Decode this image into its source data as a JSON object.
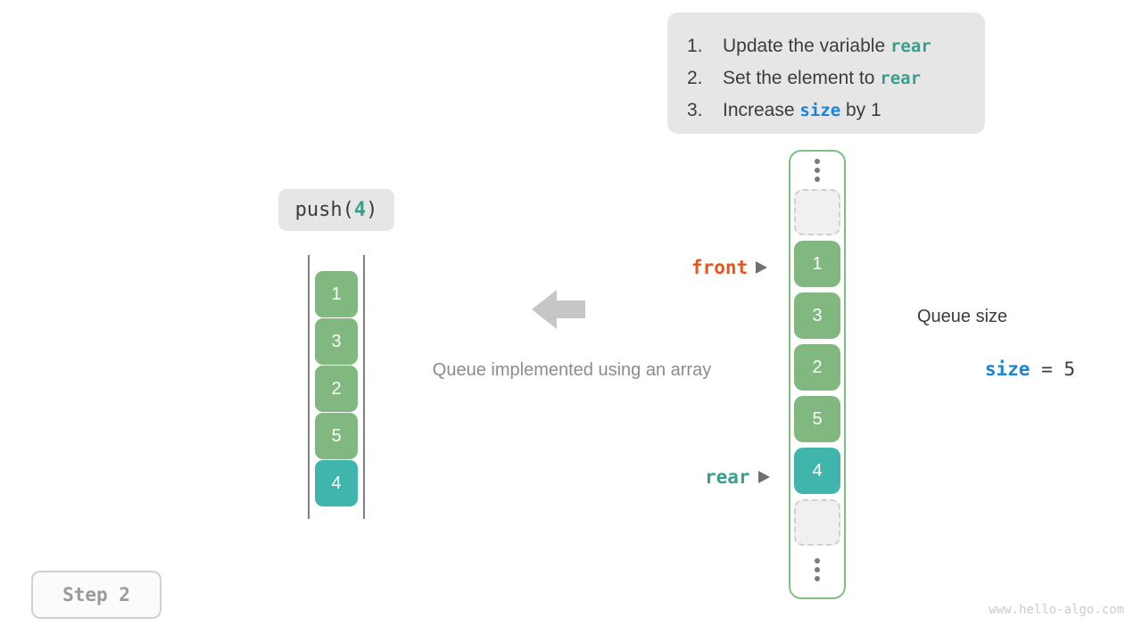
{
  "instructions": {
    "items": [
      {
        "num": "1.",
        "pre": "Update the variable ",
        "code": "rear",
        "code_style": "teal",
        "post": ""
      },
      {
        "num": "2.",
        "pre": "Set the element to ",
        "code": "rear",
        "code_style": "teal",
        "post": ""
      },
      {
        "num": "3.",
        "pre": "Increase ",
        "code": "size",
        "code_style": "blue",
        "post": " by 1"
      }
    ]
  },
  "operation": {
    "name": "push(",
    "arg": "4",
    "close": ")"
  },
  "left_array": {
    "cells": [
      {
        "value": "1",
        "highlight": false
      },
      {
        "value": "3",
        "highlight": false
      },
      {
        "value": "2",
        "highlight": false
      },
      {
        "value": "5",
        "highlight": false
      },
      {
        "value": "4",
        "highlight": true
      }
    ]
  },
  "caption": "Queue implemented using an array",
  "middle_arrow": "arrow-left-icon",
  "queue": {
    "top_ellipsis": "vertical-ellipsis-icon",
    "bottom_ellipsis": "vertical-ellipsis-icon",
    "slots": [
      {
        "value": "",
        "kind": "empty"
      },
      {
        "value": "1",
        "kind": "normal"
      },
      {
        "value": "3",
        "kind": "normal"
      },
      {
        "value": "2",
        "kind": "normal"
      },
      {
        "value": "5",
        "kind": "normal"
      },
      {
        "value": "4",
        "kind": "highlight"
      },
      {
        "value": "",
        "kind": "empty"
      }
    ]
  },
  "pointers": {
    "front": "front",
    "rear": "rear"
  },
  "size_readout": {
    "title": "Queue size",
    "var": "size",
    "equals": " = ",
    "value": "5"
  },
  "step_badge": "Step 2",
  "watermark": "www.hello-algo.com",
  "colors": {
    "green": "#81b87f",
    "teal": "#3fb5ab",
    "teal_text": "#3a9e8f",
    "blue": "#1a84d6",
    "orange": "#e8541e",
    "card_bg": "#e6e6e6",
    "gray_text": "#3c3c3c",
    "caption_gray": "#8c8c8c",
    "arrow_gray": "#c6c6c6",
    "container_border": "#82bd82"
  }
}
